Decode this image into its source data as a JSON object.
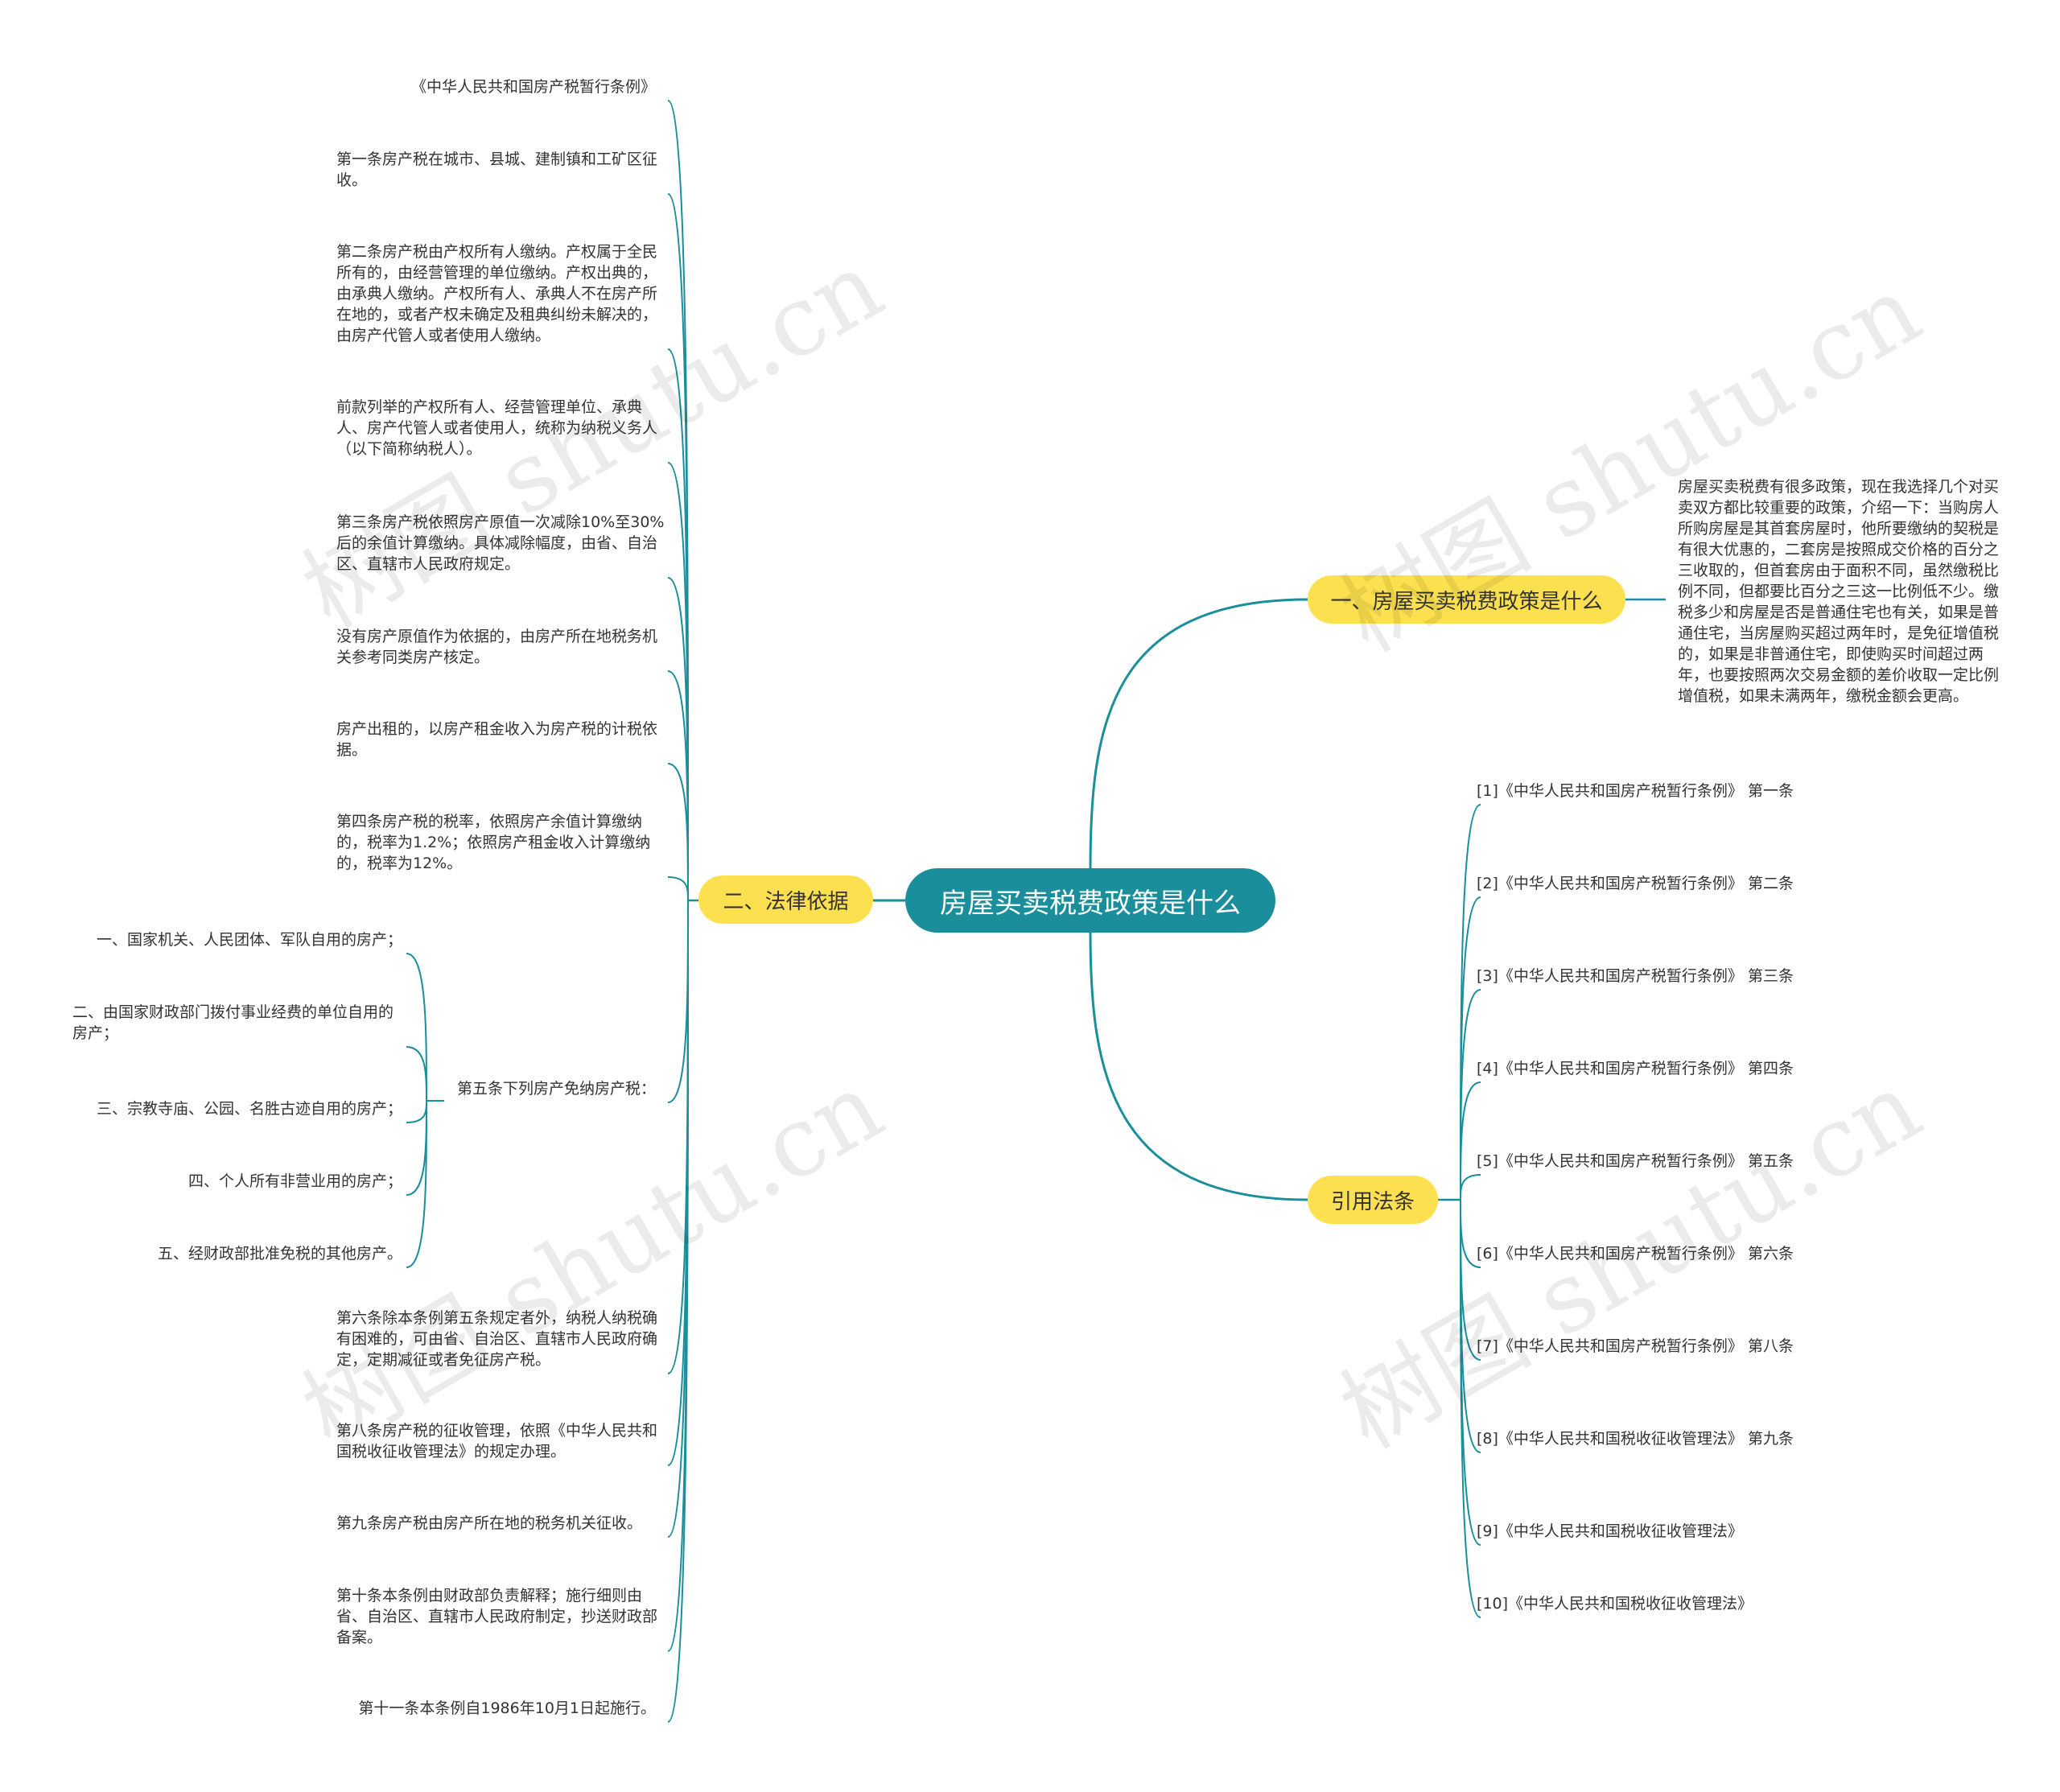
{
  "root": {
    "label": "房屋买卖税费政策是什么"
  },
  "branches": {
    "policy": {
      "label": "一、房屋买卖税费政策是什么"
    },
    "basis": {
      "label": "二、法律依据"
    },
    "refs": {
      "label": "引用法条"
    }
  },
  "policy_desc": "房屋买卖税费有很多政策，现在我选择几个对买卖双方都比较重要的政策，介绍一下：当购房人所购房屋是其首套房屋时，他所要缴纳的契税是有很大优惠的，二套房是按照成交价格的百分之三收取的，但首套房由于面积不同，虽然缴税比例不同，但都要比百分之三这一比例低不少。缴税多少和房屋是否是普通住宅也有关，如果是普通住宅，当房屋购买超过两年时，是免征增值税的，如果是非普通住宅，即使购买时间超过两年，也要按照两次交易金额的差价收取一定比例增值税，如果未满两年，缴税金额会更高。",
  "basis_items": [
    "《中华人民共和国房产税暂行条例》",
    "第一条房产税在城市、县城、建制镇和工矿区征收。",
    "第二条房产税由产权所有人缴纳。产权属于全民所有的，由经营管理的单位缴纳。产权出典的，由承典人缴纳。产权所有人、承典人不在房产所在地的，或者产权未确定及租典纠纷未解决的，由房产代管人或者使用人缴纳。",
    "前款列举的产权所有人、经营管理单位、承典人、房产代管人或者使用人，统称为纳税义务人（以下简称纳税人）。",
    "第三条房产税依照房产原值一次减除10%至30%后的余值计算缴纳。具体减除幅度，由省、自治区、直辖市人民政府规定。",
    "没有房产原值作为依据的，由房产所在地税务机关参考同类房产核定。",
    "房产出租的，以房产租金收入为房产税的计税依据。",
    "第四条房产税的税率，依照房产余值计算缴纳的，税率为1.2%；依照房产租金收入计算缴纳的，税率为12%。",
    "第五条下列房产免纳房产税：",
    "第六条除本条例第五条规定者外，纳税人纳税确有困难的，可由省、自治区、直辖市人民政府确定，定期减征或者免征房产税。",
    "第八条房产税的征收管理，依照《中华人民共和国税收征收管理法》的规定办理。",
    "第九条房产税由房产所在地的税务机关征收。",
    "第十条本条例由财政部负责解释；施行细则由省、自治区、直辖市人民政府制定，抄送财政部备案。",
    "第十一条本条例自1986年10月1日起施行。"
  ],
  "exempt_items": [
    "一、国家机关、人民团体、军队自用的房产；",
    "二、由国家财政部门拨付事业经费的单位自用的房产；",
    "三、宗教寺庙、公园、名胜古迹自用的房产；",
    "四、个人所有非营业用的房产；",
    "五、经财政部批准免税的其他房产。"
  ],
  "ref_items": [
    "[1]《中华人民共和国房产税暂行条例》 第一条",
    "[2]《中华人民共和国房产税暂行条例》 第二条",
    "[3]《中华人民共和国房产税暂行条例》 第三条",
    "[4]《中华人民共和国房产税暂行条例》 第四条",
    "[5]《中华人民共和国房产税暂行条例》 第五条",
    "[6]《中华人民共和国房产税暂行条例》 第六条",
    "[7]《中华人民共和国房产税暂行条例》 第八条",
    "[8]《中华人民共和国税收征收管理法》 第九条",
    "[9]《中华人民共和国税收征收管理法》",
    "[10]《中华人民共和国税收征收管理法》"
  ],
  "watermark": "树图 shutu.cn",
  "colors": {
    "link": "#1a8e9b",
    "root": "#1a8e9b",
    "branch": "#fde04f"
  }
}
